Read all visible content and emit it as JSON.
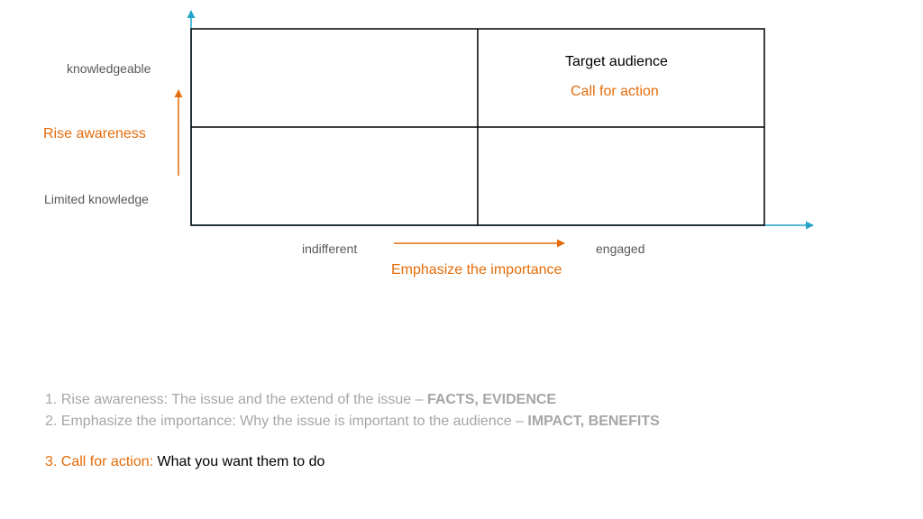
{
  "colors": {
    "axis": "#1FA3C9",
    "accent": "#E46C0A",
    "grid": "#000000",
    "note": "#A6A6A6",
    "text": "#595959"
  },
  "y_axis": {
    "top_label": "knowledgeable",
    "middle_label": "Rise awareness",
    "bottom_label": "Limited knowledge"
  },
  "x_axis": {
    "left_label": "indifferent",
    "right_label": "engaged",
    "middle_label": "Emphasize the importance"
  },
  "quadrant_top_right": {
    "title": "Target audience",
    "subtitle": "Call for action"
  },
  "notes": {
    "line1_text": "1. Rise awareness: The issue and the extend of the issue – ",
    "line1_bold": "FACTS, EVIDENCE",
    "line2_text": "2. Emphasize the importance: Why the issue is important to the audience – ",
    "line2_bold": "IMPACT, BENEFITS",
    "line3_label": "3. Call for action:",
    "line3_text": " What you want them to do"
  }
}
